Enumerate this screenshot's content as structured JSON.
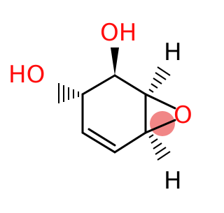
{
  "molecule": {
    "atoms": {
      "oh_top": "OH",
      "oh_left": "HO",
      "epoxide_o": "O",
      "h_top": "H",
      "h_bottom": "H"
    }
  },
  "colors": {
    "bond": "#000000",
    "oxygen": "#ff0d0d",
    "hydrogen": "#000000",
    "highlight": "#f08080"
  }
}
